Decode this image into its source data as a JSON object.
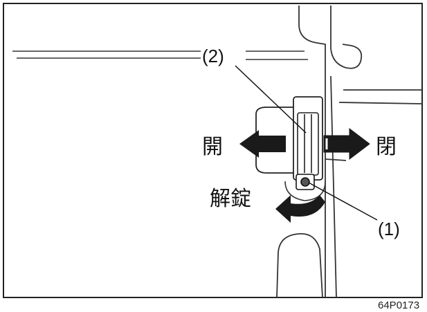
{
  "callouts": {
    "part_1": "(1)",
    "part_2": "(2)"
  },
  "labels": {
    "open": "開",
    "close": "閉",
    "unlock": "解錠"
  },
  "figure_code": "64P0173",
  "colors": {
    "line": "#222222",
    "arrow_fill": "#1a1a1a",
    "background": "#ffffff"
  },
  "icons": {
    "open_arrow": "arrow-left-icon",
    "close_arrow": "arrow-right-icon",
    "unlock_arrow": "curved-arrow-icon"
  }
}
